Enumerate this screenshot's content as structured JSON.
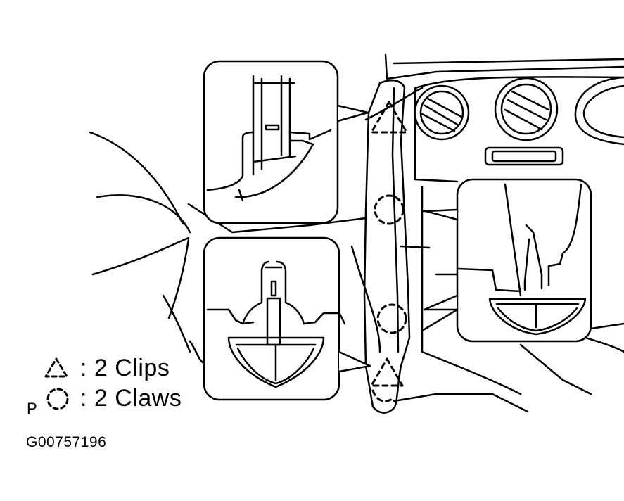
{
  "legend": {
    "clips": {
      "symbol": "triangle-dashed-icon",
      "label": ": 2 Clips"
    },
    "claws": {
      "symbol": "circle-dashed-icon",
      "label": ": 2 Claws"
    }
  },
  "marker_letter": "P",
  "figure_code": "G00757196",
  "colors": {
    "line": "#000000",
    "background": "#ffffff"
  }
}
